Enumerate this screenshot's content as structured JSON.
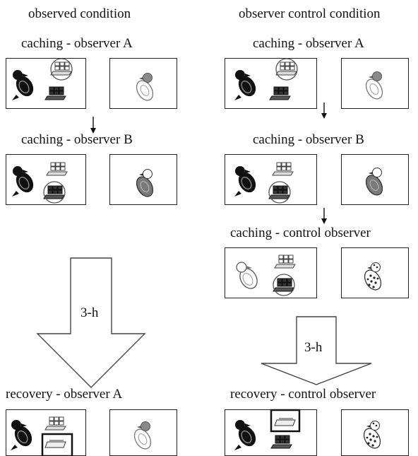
{
  "columns": {
    "left_header": "observed condition",
    "right_header": "observer control condition"
  },
  "panels": {
    "left_caching_a": "caching - observer A",
    "left_caching_b": "caching - observer B",
    "left_recovery": "recovery - observer A",
    "right_caching_a": "caching - observer A",
    "right_caching_b": "caching - observer B",
    "right_caching_control": "caching - control observer",
    "right_recovery": "recovery - control observer"
  },
  "delay": {
    "left": "3-h",
    "right": "3-h"
  },
  "colors": {
    "cacher_bird": "#111111",
    "observer_a_head": "#8a8a8a",
    "observer_b_body": "#7a7a7a",
    "tray": "#333333"
  }
}
